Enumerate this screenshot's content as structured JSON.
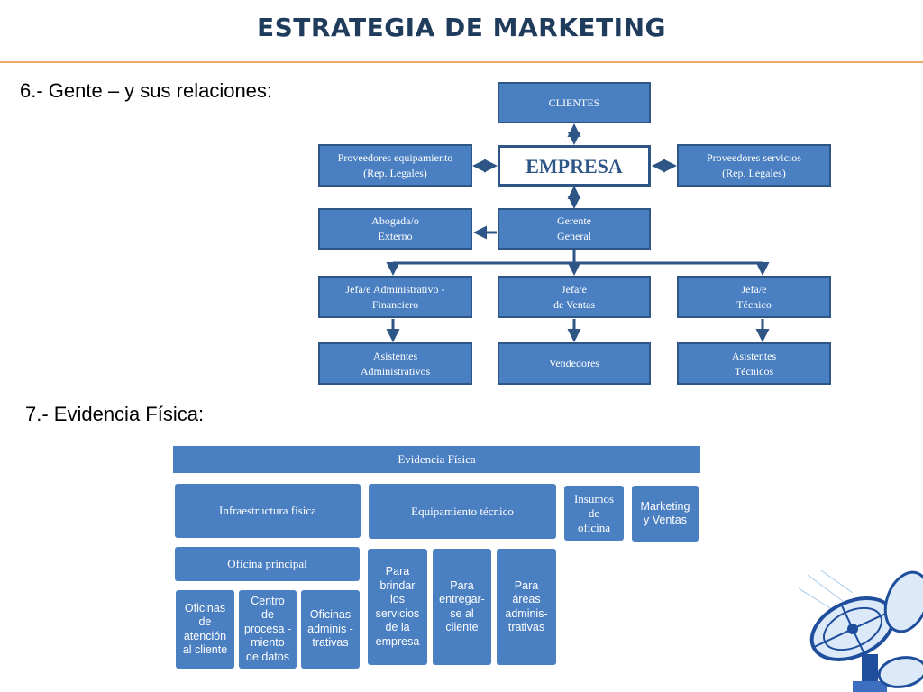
{
  "title": "ESTRATEGIA DE MARKETING",
  "section6": "6.- Gente – y sus relaciones:",
  "section7": "7.- Evidencia Física:",
  "orgchart": {
    "clientes": "CLIENTES",
    "empresa": "EMPRESA",
    "prov_equip": "Proveedores  equipamiento\n(Rep. Legales)",
    "prov_serv": "Proveedores servicios\n(Rep. Legales)",
    "abogado": "Abogada/o\nExterno",
    "gerente": "Gerente\nGeneral",
    "jefe_admin": "Jefa/e Administrativo -\nFinanciero",
    "jefe_ventas": "Jefa/e\nde Ventas",
    "jefe_tecnico": "Jefa/e\nTécnico",
    "asist_admin": "Asistentes\nAdministrativos",
    "vendedores": "Vendedores",
    "asist_tec": "Asistentes\nTécnicos"
  },
  "evidencia": {
    "header": "Evidencia Física",
    "infra": "Infraestructura física",
    "equip": "Equipamiento  técnico",
    "insumos": "Insumos\nde\noficina",
    "marketing": "Marketing\ny Ventas",
    "oficina_principal": "Oficina principal",
    "oficinas_atencion": "Oficinas\nde\natención\nal cliente",
    "centro": "Centro\nde\nprocesa -\nmiento\nde datos",
    "oficinas_admin": "Oficinas\nadminis -\ntrativas",
    "para_brindar": "Para\nbrindar\nlos\nservicios\nde la\nempresa",
    "para_entregar": "Para\nentregar-\nse al\ncliente",
    "para_areas": "Para\náreas\nadminis-\ntrativas"
  },
  "colors": {
    "box": "#4a7fc1",
    "border": "#2d5687",
    "title": "#1f3c5c",
    "rule": "#e8a96a"
  },
  "decor_icon": "satellite-dish-icon"
}
